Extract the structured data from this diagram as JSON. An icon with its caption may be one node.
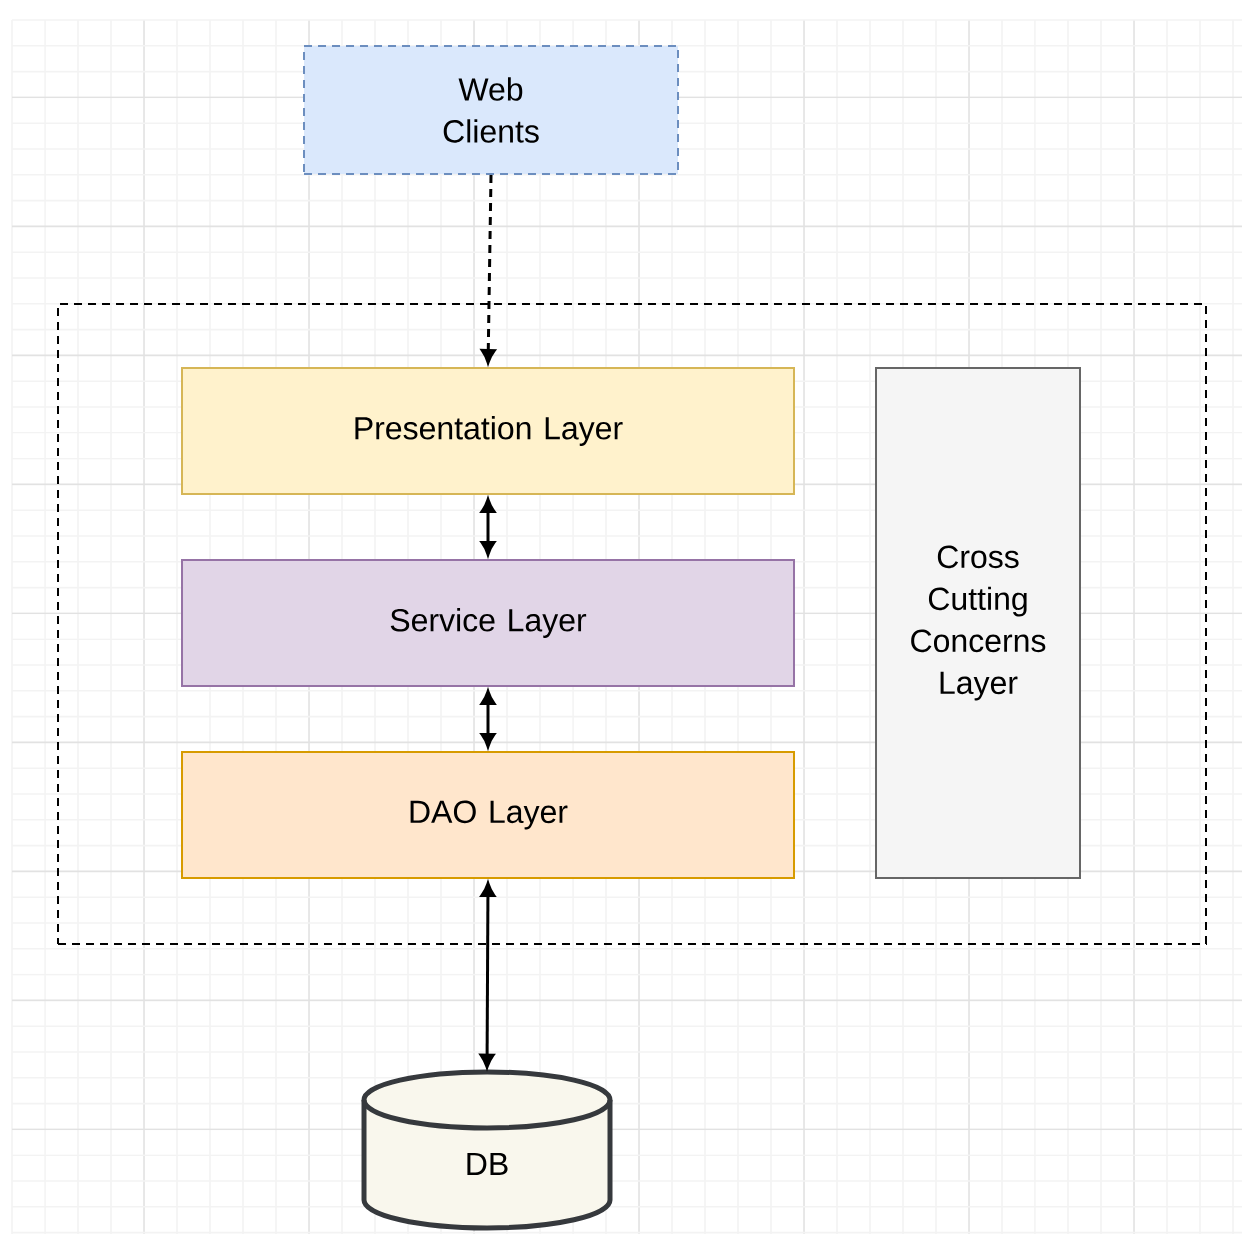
{
  "diagram": {
    "nodes": [
      {
        "text": [
          "Web Clients"
        ]
      },
      {
        "text": [],
        "shape": "box"
      },
      {
        "text": [
          "Presentation Layer"
        ],
        "in": 1
      },
      {
        "text": [
          "Service Layer"
        ],
        "in": 1
      },
      {
        "text": [
          "DAO Layer"
        ],
        "in": 1
      },
      {
        "text": [
          "Cross Cutting Concerns Layer"
        ],
        "in": 1
      },
      {
        "text": [
          "DB"
        ]
      }
    ],
    "edges": [
      {
        "from": 0,
        "to": 2,
        "arrow": "to",
        "style": "dashed"
      },
      {
        "from": 2,
        "to": 3,
        "arrow": "both"
      },
      {
        "from": 3,
        "to": 4,
        "arrow": "both"
      },
      {
        "from": 4,
        "to": 6,
        "arrow": "both"
      }
    ]
  }
}
